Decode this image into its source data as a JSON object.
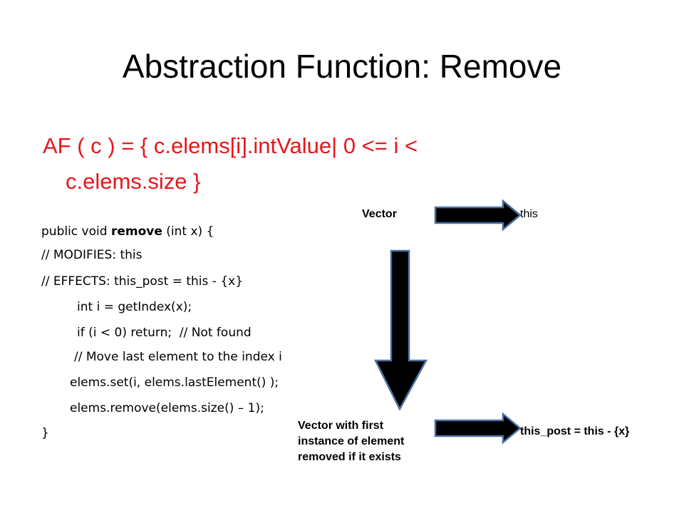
{
  "slide": {
    "title": "Abstraction Function: Remove",
    "af_line1": "AF ( c ) = { c.elems[i].intValue| 0 <= i <",
    "af_line2": "c.elems.size   }"
  },
  "code": {
    "signature_prefix": "public void ",
    "signature_method": "remove",
    "signature_suffix": " (int x) {",
    "modifies": "// MODIFIES: this",
    "effects": "// EFFECTS: this_post = this - {x}",
    "line_getindex": "int i = getIndex(x);",
    "line_if": "if (i < 0) return;  // Not found",
    "line_comment": "// Move last element to the index i",
    "line_set": "elems.set(i, elems.lastElement() );",
    "line_remove": "elems.remove(elems.size() – 1);",
    "closing": "}"
  },
  "diagram": {
    "vector_label": "Vector",
    "this_label": "this",
    "vector_removed_label_1": "Vector with first",
    "vector_removed_label_2": "instance of element",
    "vector_removed_label_3": "removed if it exists",
    "this_post_label": "this_post = this -  {x}",
    "arrow_fill": "#000000",
    "arrow_stroke": "#4a6fa5"
  }
}
